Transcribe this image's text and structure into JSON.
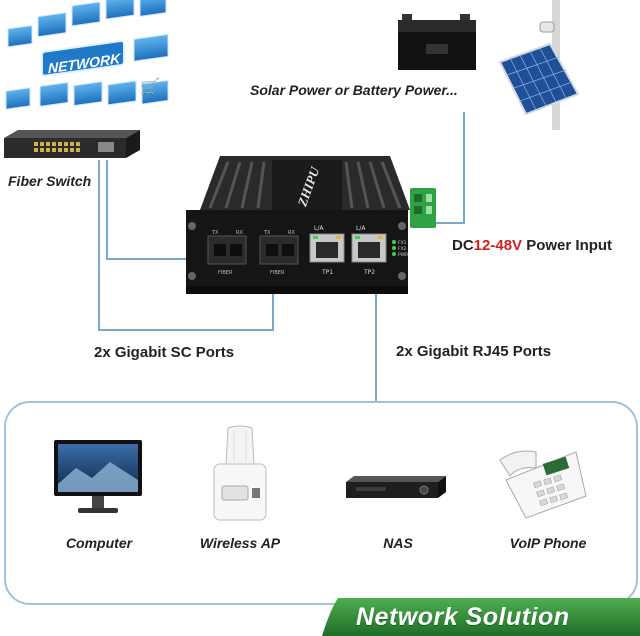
{
  "labels": {
    "fiber_switch": "Fiber Switch",
    "solar_power": "Solar Power or Battery Power...",
    "dc_prefix": "DC",
    "dc_range": "12-48V",
    "dc_suffix": " Power Input",
    "sc_ports": "2x Gigabit SC Ports",
    "rj45_ports": "2x Gigabit RJ45 Ports",
    "network_cloud": "NETWORK"
  },
  "device": {
    "brand": "ZHIPU",
    "fiber_port_1": "FIBER",
    "fiber_port_2": "FIBER",
    "tx": "TX",
    "rx": "RX",
    "la_1": "L/A",
    "la_2": "L/A",
    "tp1": "TP1",
    "tp2": "TP2",
    "led_fx1": "FX1",
    "led_fx2": "FX2",
    "led_pwr": "PWR"
  },
  "endpoints": [
    {
      "label": "Computer",
      "icon": "computer-monitor-icon"
    },
    {
      "label": "Wireless AP",
      "icon": "wireless-ap-icon"
    },
    {
      "label": "NAS",
      "icon": "nas-box-icon"
    },
    {
      "label": "VoIP Phone",
      "icon": "voip-phone-icon"
    }
  ],
  "banner": {
    "text": "Network Solution"
  },
  "colors": {
    "accent_red": "#d41f1f",
    "line_blue": "#7ea6c8",
    "banner_green": "#2f8a35",
    "panel_border": "#9fc2df"
  }
}
